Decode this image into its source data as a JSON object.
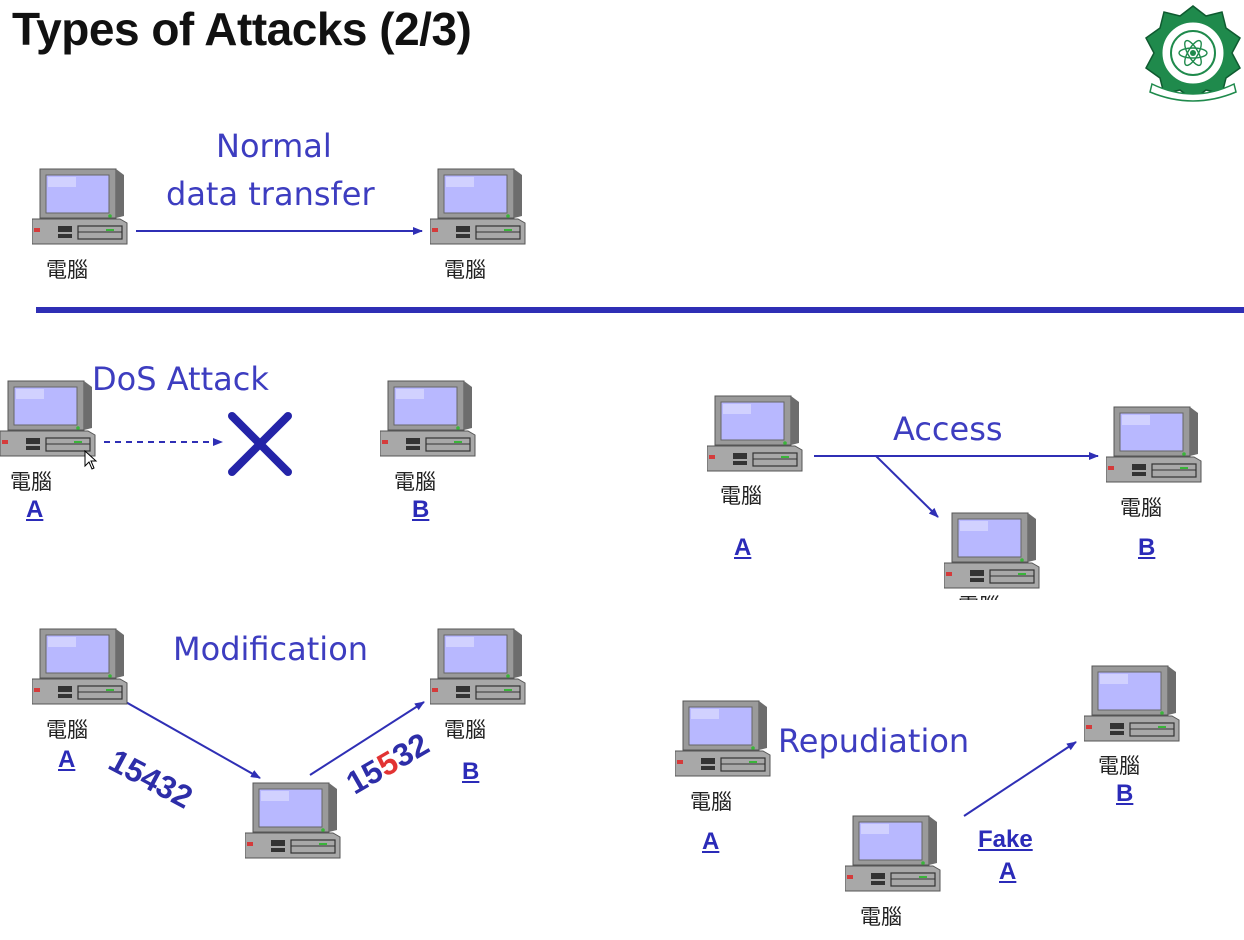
{
  "title": "Types of Attacks (2/3)",
  "colors": {
    "accent": "#2f2fb5",
    "highlight": "#e23333"
  },
  "normal": {
    "caption_line1": "Normal",
    "caption_line2": "data transfer",
    "left_pc": "電腦",
    "right_pc": "電腦"
  },
  "dos": {
    "caption": "DoS Attack",
    "a_pc": "電腦",
    "a_label": "A",
    "b_pc": "電腦",
    "b_label": "B"
  },
  "access": {
    "caption": "Access",
    "a_pc": "電腦",
    "a_label": "A",
    "b_pc": "電腦",
    "b_label": "B",
    "mid_pc": "電腦"
  },
  "modification": {
    "caption": "Modification",
    "a_pc": "電腦",
    "a_label": "A",
    "b_pc": "電腦",
    "b_label": "B",
    "original_number": "15432",
    "modified_prefix": "15",
    "modified_digit": "5",
    "modified_suffix": "32"
  },
  "repudiation": {
    "caption": "Repudiation",
    "a_pc": "電腦",
    "a_label": "A",
    "b_pc": "電腦",
    "b_label": "B",
    "fake_line1": "Fake",
    "fake_line2": "A",
    "fake_pc": "電腦"
  }
}
